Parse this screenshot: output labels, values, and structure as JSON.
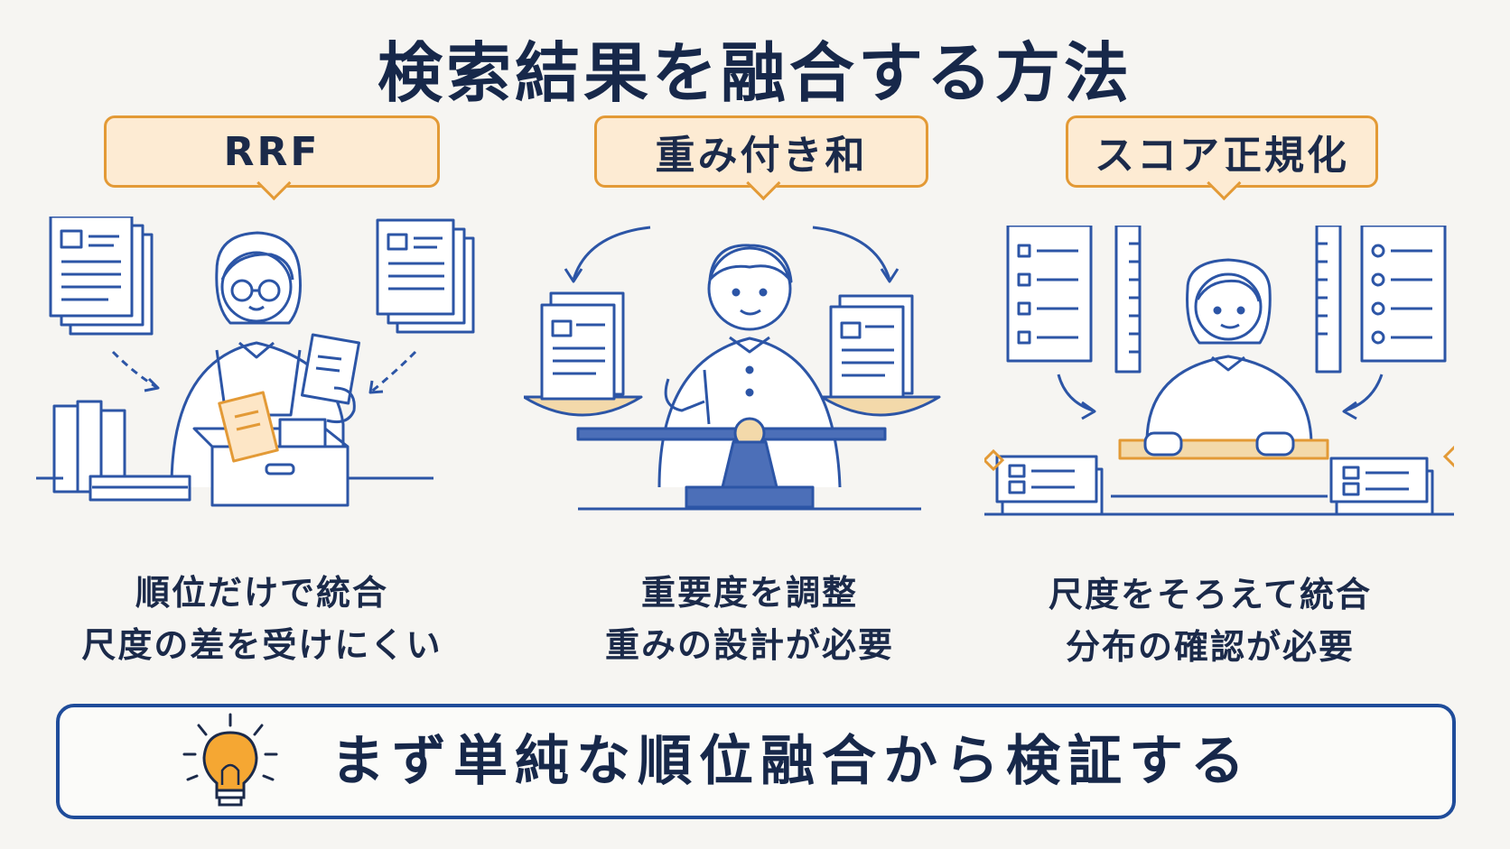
{
  "title": "検索結果を融合する方法",
  "methods": [
    {
      "name": "RRF",
      "lines": [
        "順位だけで統合",
        "尺度の差を受けにくい"
      ]
    },
    {
      "name": "重み付き和",
      "lines": [
        "重要度を調整",
        "重みの設計が必要"
      ]
    },
    {
      "name": "スコア正規化",
      "lines": [
        "尺度をそろえて統合",
        "分布の確認が必要"
      ]
    }
  ],
  "conclusion": "まず単純な順位融合から検証する",
  "colors": {
    "navy": "#1b2a4a",
    "line_blue": "#2c55a6",
    "accent_orange": "#e39a36",
    "tag_fill": "#fdebd3",
    "banner_border": "#1f4c9a"
  },
  "icons": [
    "documents-icon",
    "person-icon",
    "box-icon",
    "books-icon",
    "balance-scale-icon",
    "ruler-icon",
    "lightbulb-icon"
  ]
}
